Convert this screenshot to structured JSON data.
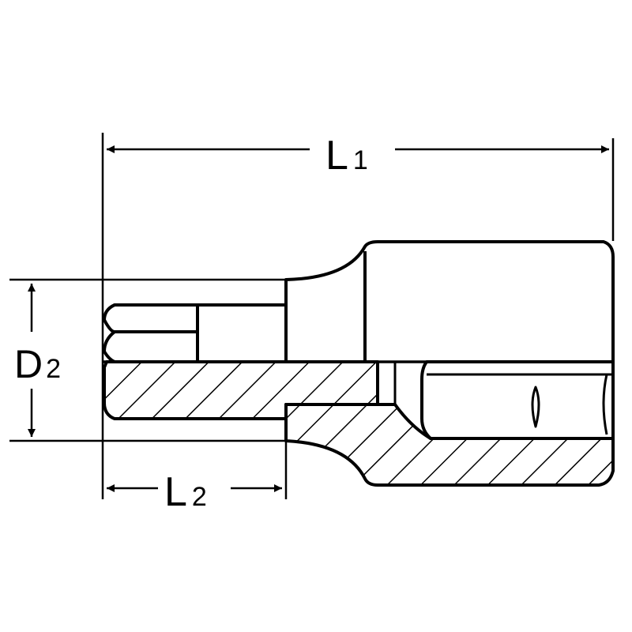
{
  "drawing": {
    "dimension_labels": {
      "overall_length": {
        "main": "L",
        "sub": "1"
      },
      "bit_length": {
        "main": "L",
        "sub": "2"
      },
      "bit_diameter": {
        "main": "D",
        "sub": "2"
      }
    },
    "colors": {
      "ink": "#000000",
      "paper": "#ffffff"
    }
  }
}
